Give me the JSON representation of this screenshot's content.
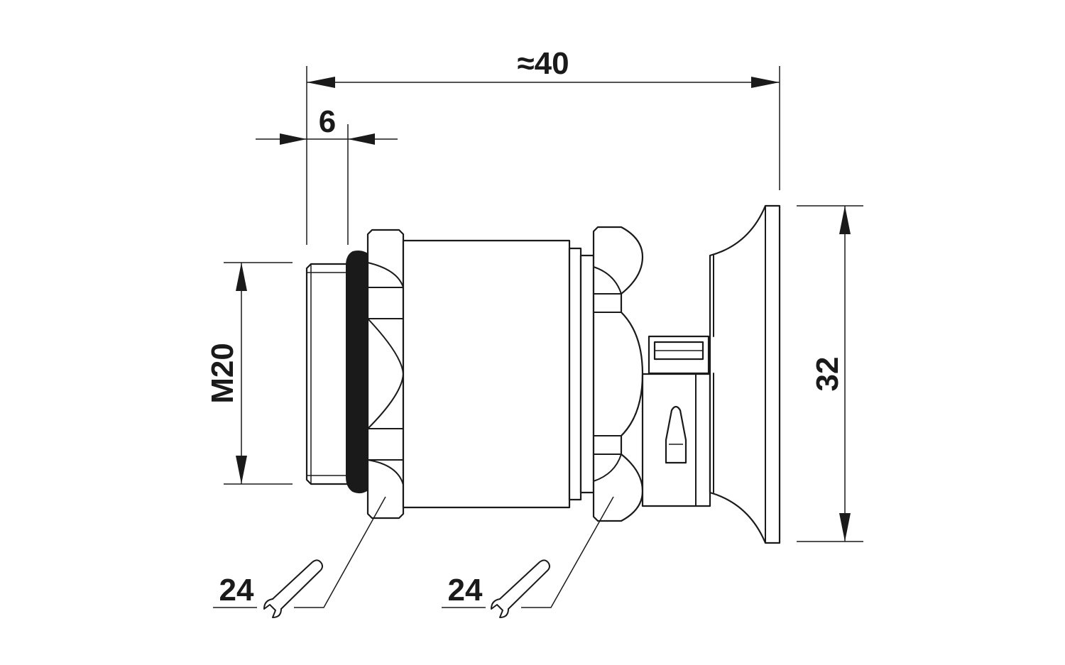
{
  "dimensions": {
    "overall_length": "≈40",
    "thread_length": "6",
    "thread_size": "M20",
    "head_diameter": "32"
  },
  "wrench_sizes": {
    "locknut": "24",
    "cap_nut": "24"
  },
  "icons": {
    "wrench": "wrench-icon"
  }
}
